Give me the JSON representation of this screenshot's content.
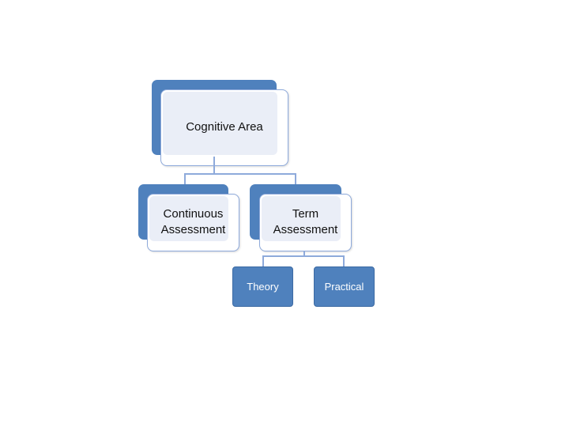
{
  "diagram": {
    "root": {
      "label": "Cognitive Area"
    },
    "children": [
      {
        "label": "Continuous\nAssessment"
      },
      {
        "label": "Term\nAssessment"
      }
    ],
    "leaves": [
      {
        "label": "Theory"
      },
      {
        "label": "Practical"
      }
    ]
  },
  "colors": {
    "accent": "#4f81bd",
    "card_border": "#8eaadb",
    "card_fill": "#eaeef7"
  }
}
